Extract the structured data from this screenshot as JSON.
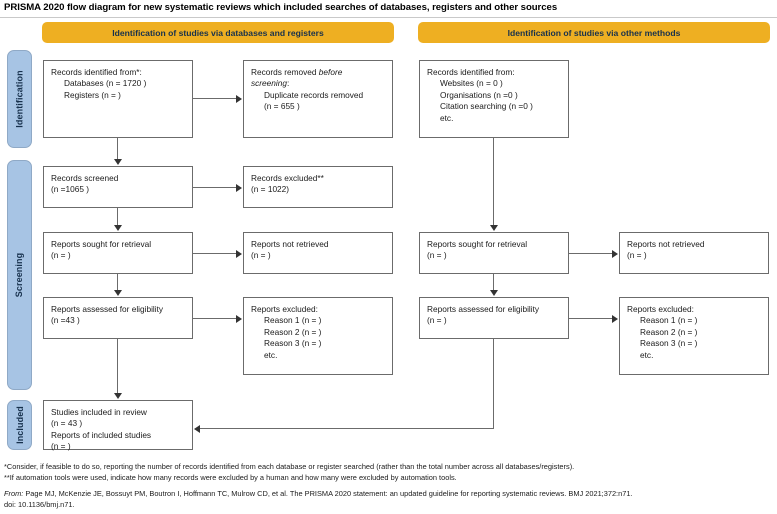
{
  "title": "PRISMA 2020 flow diagram for new systematic reviews which included searches of databases, registers and other sources",
  "colors": {
    "header_bar": "#eeaf22",
    "stage_bar": "#a7c4e4",
    "box_border": "#6b6b6b",
    "text": "#1b1b1b"
  },
  "stages": [
    {
      "id": "identification",
      "label": "Identification"
    },
    {
      "id": "screening",
      "label": "Screening"
    },
    {
      "id": "included",
      "label": "Included"
    }
  ],
  "columns": {
    "databases": {
      "header": "Identification of studies via databases and registers"
    },
    "other": {
      "header": "Identification of studies via other methods"
    }
  },
  "boxes": {
    "identified_db": {
      "lines": [
        "Records identified from*:",
        "Databases (n = 1720 )",
        "Registers (n = )"
      ]
    },
    "removed_before": {
      "line1_a": "Records removed ",
      "line1_em": "before",
      "line2_em": "screening",
      "line2_b": ":",
      "lines": [
        "Duplicate records removed",
        "(n = 655 )"
      ]
    },
    "screened": {
      "lines": [
        "Records screened",
        "(n =1065 )"
      ]
    },
    "excluded": {
      "lines": [
        "Records excluded**",
        "(n = 1022)"
      ]
    },
    "sought_a": {
      "lines": [
        "Reports sought for retrieval",
        "(n = )"
      ]
    },
    "not_retrieved_a": {
      "lines": [
        "Reports not retrieved",
        "(n = )"
      ]
    },
    "assessed_a": {
      "lines": [
        "Reports assessed for eligibility",
        "(n =43 )"
      ]
    },
    "reports_excluded_a": {
      "heading": "Reports excluded:",
      "lines": [
        "Reason 1 (n = )",
        "Reason 2 (n = )",
        "Reason 3 (n = )",
        "etc."
      ]
    },
    "included": {
      "lines": [
        "Studies included in review",
        "(n = 43 )",
        "Reports of included studies",
        "(n = )"
      ]
    },
    "identified_other": {
      "heading": "Records identified from:",
      "lines": [
        "Websites (n = 0 )",
        "Organisations (n =0 )",
        "Citation searching (n =0 )",
        "etc."
      ]
    },
    "sought_b": {
      "lines": [
        "Reports sought for retrieval",
        "(n = )"
      ]
    },
    "not_retrieved_b": {
      "lines": [
        "Reports not retrieved",
        "(n = )"
      ]
    },
    "assessed_b": {
      "lines": [
        "Reports assessed for eligibility",
        "(n = )"
      ]
    },
    "reports_excluded_b": {
      "heading": "Reports excluded:",
      "lines": [
        "Reason 1 (n = )",
        "Reason 2 (n = )",
        "Reason 3 (n = )",
        "etc."
      ]
    }
  },
  "footnotes": {
    "single_star": "*Consider, if feasible to do so, reporting the number of records identified from each database or register searched (rather than the total number across all databases/registers).",
    "double_star": "**If automation tools were used, indicate how many records were excluded by a human and how many were excluded by automation tools."
  },
  "citation": {
    "prefix": "From:",
    "text": "  Page MJ, McKenzie JE, Bossuyt PM, Boutron I, Hoffmann TC, Mulrow CD, et al. The PRISMA 2020 statement: an updated guideline for reporting systematic reviews. BMJ 2021;372:n71.",
    "doi": "doi: 10.1136/bmj.n71."
  }
}
